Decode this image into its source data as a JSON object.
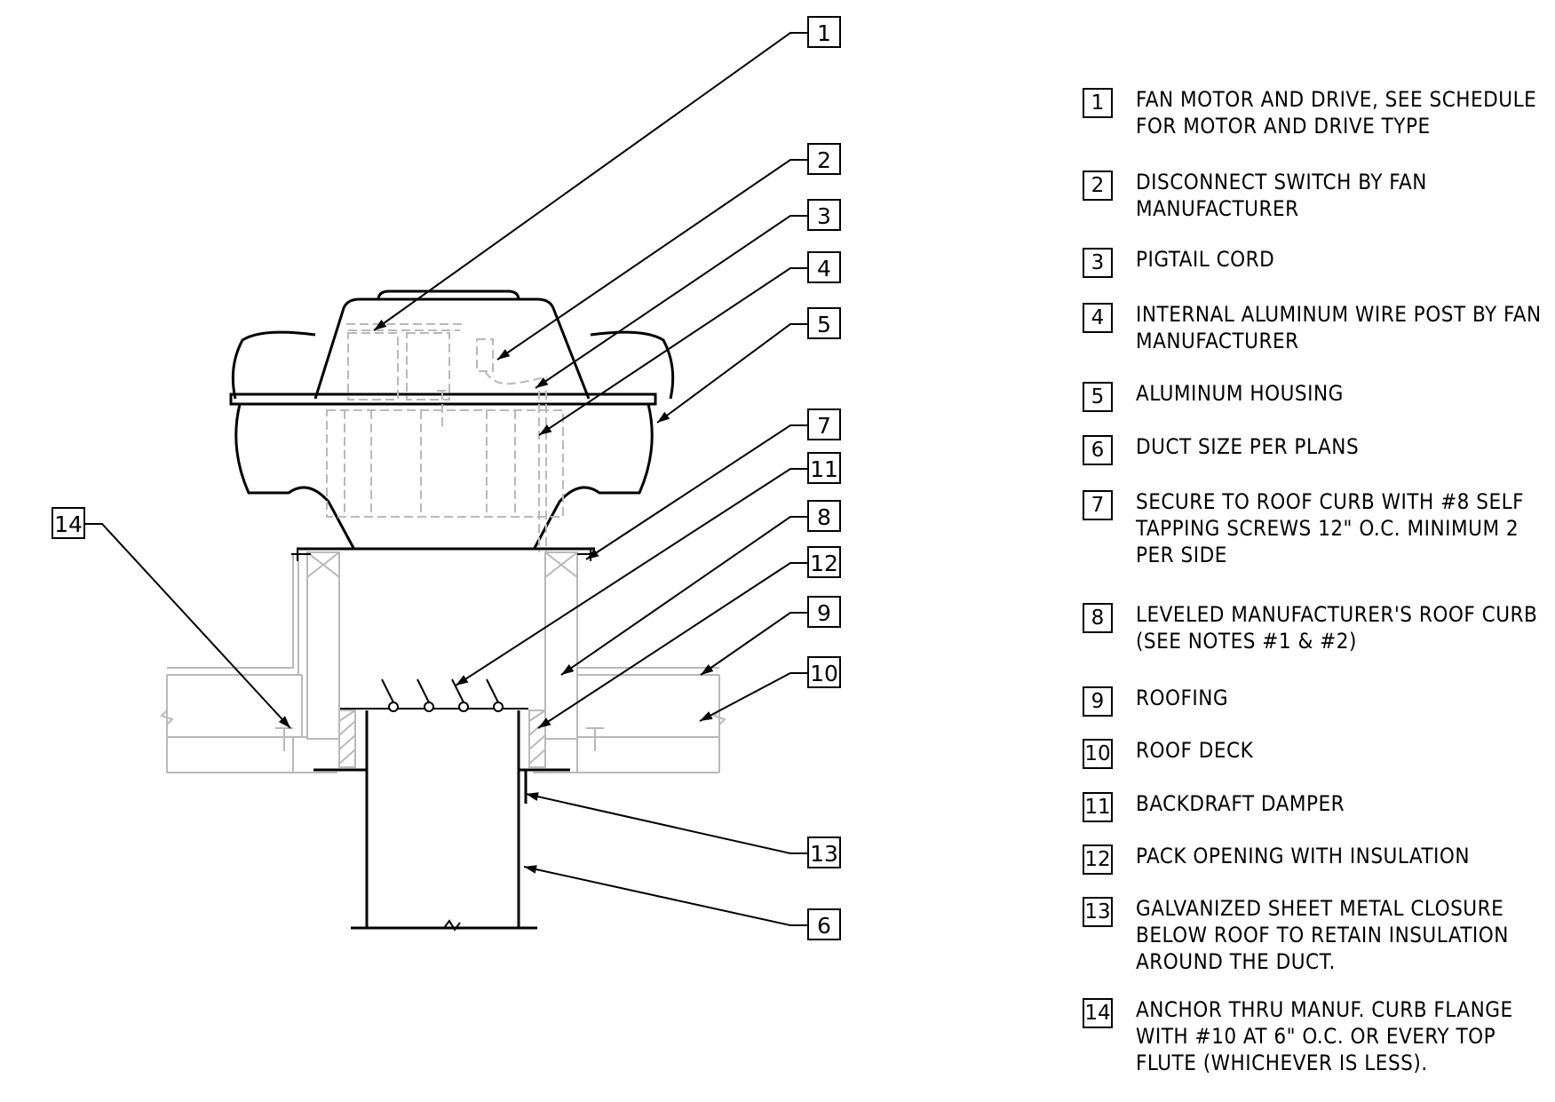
{
  "legend": {
    "notes": [
      {
        "num": "1",
        "text": "FAN MOTOR AND DRIVE, SEE SCHEDULE\nFOR MOTOR AND DRIVE TYPE"
      },
      {
        "num": "2",
        "text": "DISCONNECT SWITCH BY FAN\nMANUFACTURER"
      },
      {
        "num": "3",
        "text": "PIGTAIL CORD"
      },
      {
        "num": "4",
        "text": "INTERNAL ALUMINUM WIRE POST BY FAN\nMANUFACTURER"
      },
      {
        "num": "5",
        "text": "ALUMINUM HOUSING"
      },
      {
        "num": "6",
        "text": "DUCT SIZE PER PLANS"
      },
      {
        "num": "7",
        "text": "SECURE TO ROOF CURB WITH #8 SELF\nTAPPING SCREWS 12\" O.C. MINIMUM 2\nPER SIDE"
      },
      {
        "num": "8",
        "text": "LEVELED MANUFACTURER'S ROOF CURB\n(SEE NOTES #1 & #2)"
      },
      {
        "num": "9",
        "text": "ROOFING"
      },
      {
        "num": "10",
        "text": "ROOF DECK"
      },
      {
        "num": "11",
        "text": "BACKDRAFT DAMPER"
      },
      {
        "num": "12",
        "text": "PACK OPENING WITH INSULATION"
      },
      {
        "num": "13",
        "text": "GALVANIZED SHEET METAL CLOSURE\nBELOW ROOF TO RETAIN INSULATION\nAROUND THE DUCT."
      },
      {
        "num": "14",
        "text": "ANCHOR THRU MANUF. CURB FLANGE\nWITH #10 AT 6\" O.C. OR EVERY TOP\nFLUTE (WHICHEVER IS LESS)."
      }
    ]
  },
  "callouts": [
    {
      "num": "1"
    },
    {
      "num": "2"
    },
    {
      "num": "3"
    },
    {
      "num": "4"
    },
    {
      "num": "5"
    },
    {
      "num": "7"
    },
    {
      "num": "11"
    },
    {
      "num": "8"
    },
    {
      "num": "12"
    },
    {
      "num": "9"
    },
    {
      "num": "10"
    },
    {
      "num": "13"
    },
    {
      "num": "6"
    },
    {
      "num": "14"
    }
  ]
}
